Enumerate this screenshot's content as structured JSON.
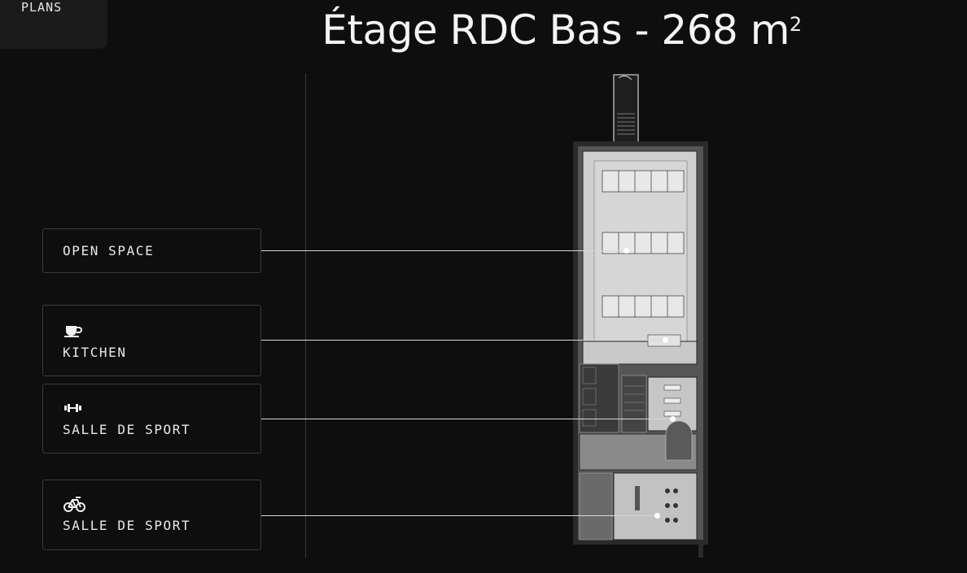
{
  "nav": {
    "plans_label": "PLANS"
  },
  "page": {
    "title": "Étage RDC Bas - 268 m",
    "title_sup": "2"
  },
  "rooms": [
    {
      "label": "OPEN SPACE",
      "icon": ""
    },
    {
      "label": "KITCHEN",
      "icon": "coffee-cup-icon"
    },
    {
      "label": "SALLE DE SPORT",
      "icon": "dumbbell-icon"
    },
    {
      "label": "SALLE DE SPORT",
      "icon": "bicycle-icon"
    }
  ],
  "colors": {
    "background": "#0e0e0f",
    "card_border": "#3b3b3d",
    "text": "#e9e9e9",
    "accent": "#ffffff"
  }
}
